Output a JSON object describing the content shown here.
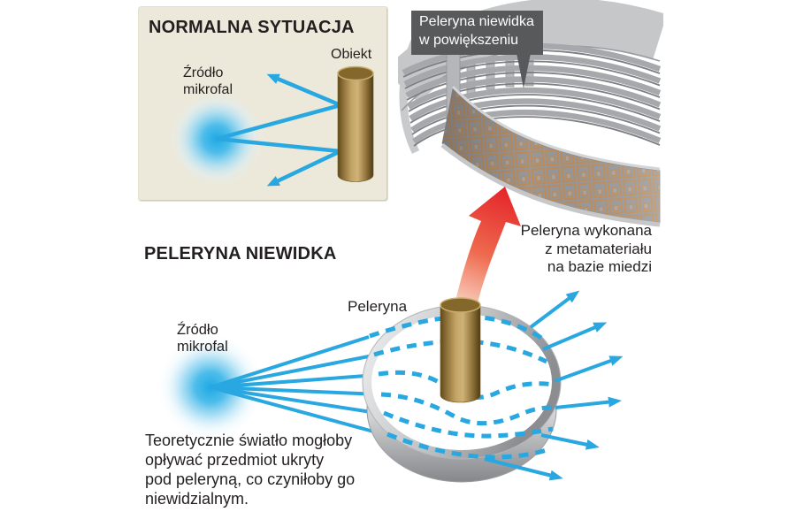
{
  "normal_panel": {
    "title": "NORMALNA SYTUACJA",
    "source_label": [
      "Źródło",
      "mikrofal"
    ],
    "object_label": "Obiekt"
  },
  "magnified_view": {
    "callout": [
      "Peleryna niewidka",
      "w powiększeniu"
    ],
    "caption": [
      "Peleryna wykonana",
      "z metamateriału",
      "na bazie miedzi"
    ]
  },
  "cloak_diagram": {
    "heading": "PELERYNA NIEWIDKA",
    "source_label": [
      "Źródło",
      "mikrofal"
    ],
    "cloak_label": "Peleryna",
    "description": [
      "Teoretycznie światło mogłoby",
      "opływać przedmiot ukryty",
      "pod peleryną, co czyniłoby go",
      "niewidzialnym."
    ]
  },
  "colors": {
    "ray_blue": "#29a7e0",
    "text": "#231f20",
    "panel_beige": "#ece9db",
    "callout_gray": "#58595b",
    "copper": "#c08b55",
    "red_arrow": "#e5262b"
  }
}
